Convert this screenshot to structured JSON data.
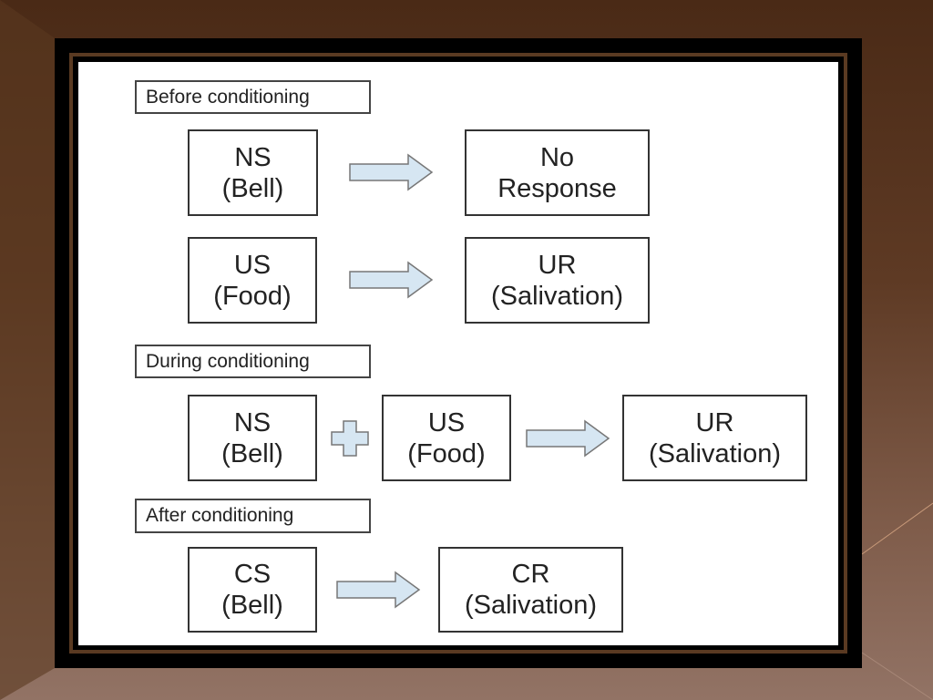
{
  "sections": [
    {
      "label": "Before conditioning",
      "rows": [
        {
          "left": [
            "NS",
            "(Bell)"
          ],
          "result": [
            "No",
            "Response"
          ]
        },
        {
          "left": [
            "US",
            "(Food)"
          ],
          "result": [
            "UR",
            "(Salivation)"
          ]
        }
      ]
    },
    {
      "label": "During conditioning",
      "rows": [
        {
          "left": [
            "NS",
            "(Bell)"
          ],
          "middle": [
            "US",
            "(Food)"
          ],
          "result": [
            "UR",
            "(Salivation)"
          ]
        }
      ]
    },
    {
      "label": "After conditioning",
      "rows": [
        {
          "left": [
            "CS",
            "(Bell)"
          ],
          "result": [
            "CR",
            "(Salivation)"
          ]
        }
      ]
    }
  ],
  "colors": {
    "arrow_fill": "#d6e6f2",
    "arrow_stroke": "#777777",
    "background_top": "#4a2a16",
    "background_bottom": "#927365"
  }
}
